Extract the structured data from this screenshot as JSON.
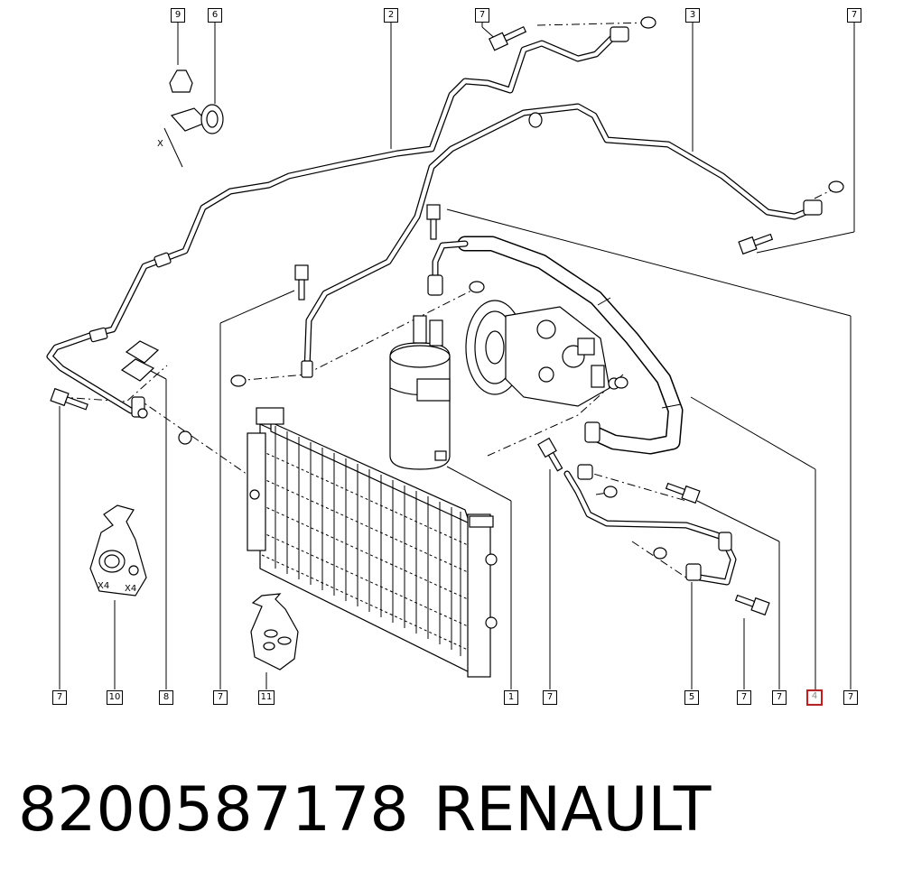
{
  "diagram": {
    "callouts": [
      {
        "id": "c-9",
        "label": "9"
      },
      {
        "id": "c-6",
        "label": "6"
      },
      {
        "id": "c-2",
        "label": "2"
      },
      {
        "id": "c-7a",
        "label": "7"
      },
      {
        "id": "c-3",
        "label": "3"
      },
      {
        "id": "c-7b",
        "label": "7"
      },
      {
        "id": "c-7c",
        "label": "7"
      },
      {
        "id": "c-10",
        "label": "10"
      },
      {
        "id": "c-8",
        "label": "8"
      },
      {
        "id": "c-7d",
        "label": "7"
      },
      {
        "id": "c-11",
        "label": "11"
      },
      {
        "id": "c-1",
        "label": "1"
      },
      {
        "id": "c-7e",
        "label": "7"
      },
      {
        "id": "c-5",
        "label": "5"
      },
      {
        "id": "c-7f",
        "label": "7"
      },
      {
        "id": "c-7g",
        "label": "7"
      },
      {
        "id": "c-4",
        "label": "4",
        "highlighted": true
      },
      {
        "id": "c-7h",
        "label": "7"
      }
    ],
    "annotations": {
      "x4_left": "X4",
      "x4_right": "X4",
      "x_mark": "X"
    },
    "highlight_color": "#d01818"
  },
  "footer": {
    "part_number": "8200587178",
    "brand": "RENAULT"
  }
}
